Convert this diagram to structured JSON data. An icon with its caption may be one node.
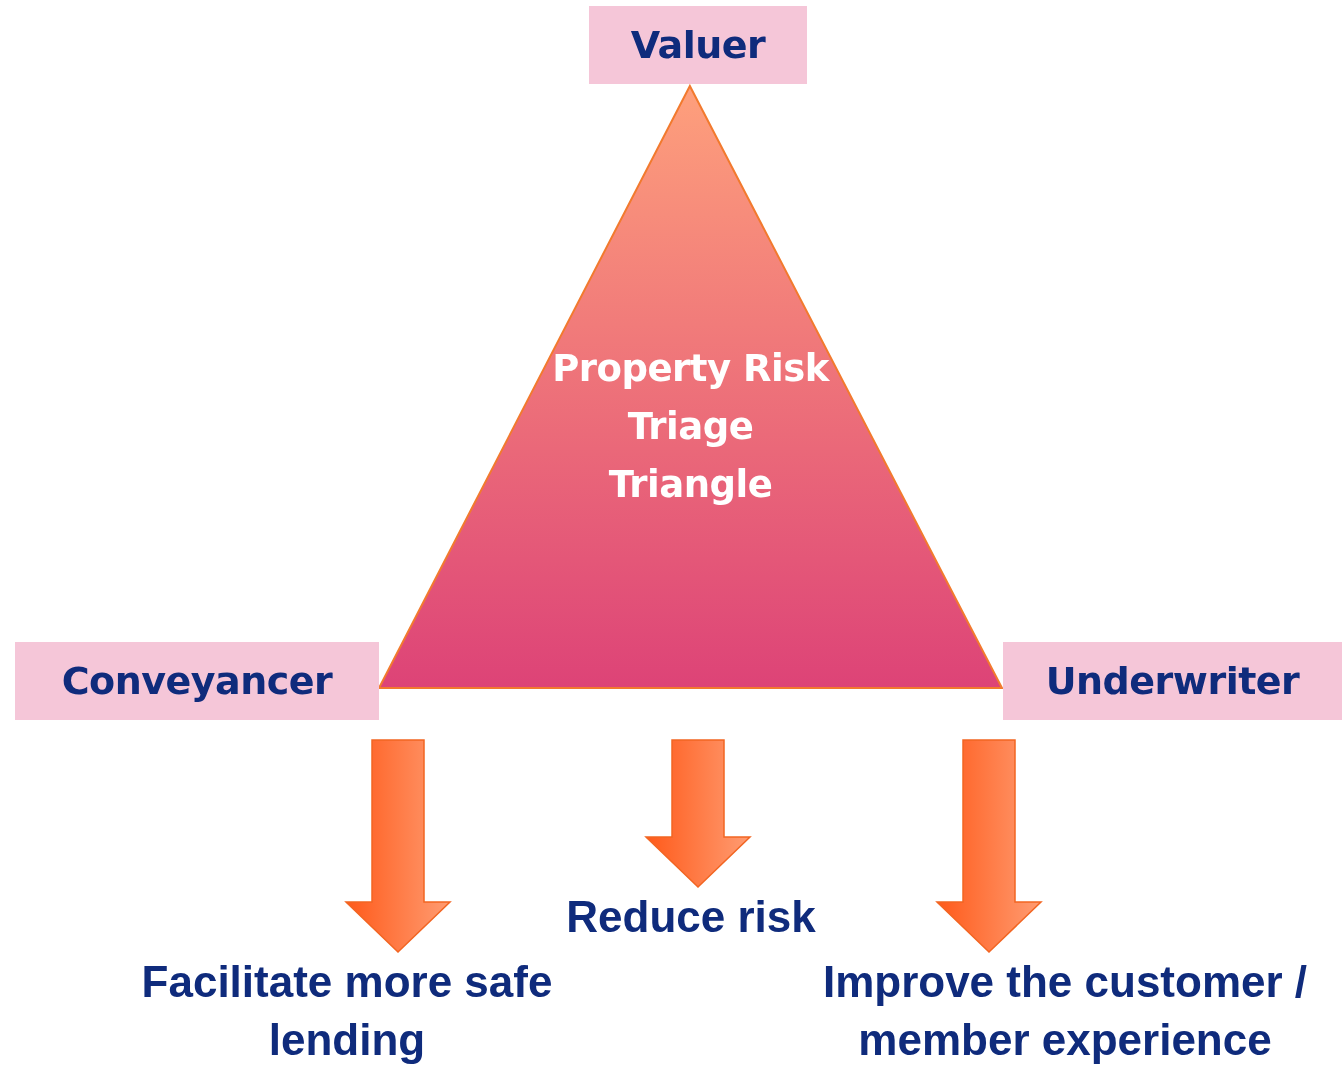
{
  "diagram": {
    "nodes": [
      {
        "text": [
          "Valuer"
        ]
      },
      {
        "text": [
          "Property Risk Triage Triangle"
        ]
      },
      {
        "text": [
          "Conveyancer"
        ]
      },
      {
        "text": [
          "Underwriter"
        ]
      },
      {
        "text": [
          "Facilitate more safe lending"
        ]
      },
      {
        "text": [
          "Reduce risk"
        ]
      },
      {
        "text": [
          "Improve the customer / member experience"
        ]
      }
    ],
    "edges": [
      {
        "from": null,
        "to": 4,
        "arrow": "to"
      },
      {
        "from": null,
        "to": 5,
        "arrow": "to"
      },
      {
        "from": null,
        "to": 6,
        "arrow": "to"
      }
    ]
  }
}
